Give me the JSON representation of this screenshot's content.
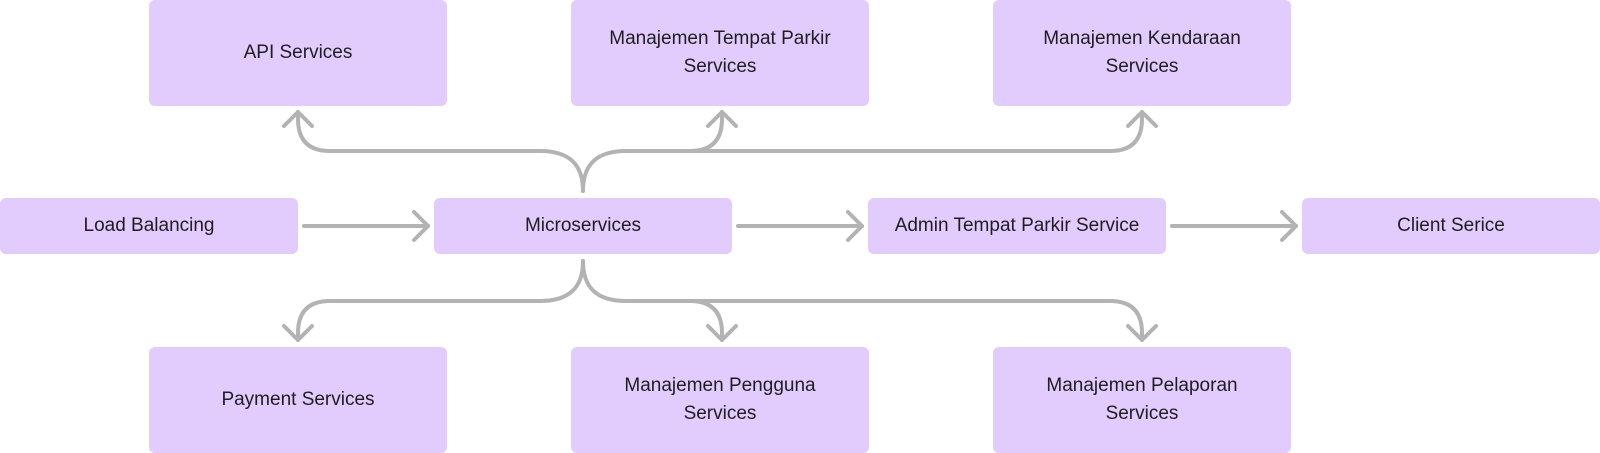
{
  "nodes": {
    "api": "API Services",
    "tempat_parkir": "Manajemen Tempat Parkir Services",
    "kendaraan": "Manajemen Kendaraan Services",
    "load_balancing": "Load Balancing",
    "microservices": "Microservices",
    "admin_tempat_parkir": "Admin Tempat Parkir Service",
    "client": "Client Serice",
    "payment": "Payment Services",
    "pengguna": "Manajemen Pengguna Services",
    "pelaporan": "Manajemen Pelaporan Services"
  },
  "colors": {
    "node_fill": "#e2cbfd",
    "connector": "#b3b3b3",
    "text": "#1e1e1e"
  }
}
